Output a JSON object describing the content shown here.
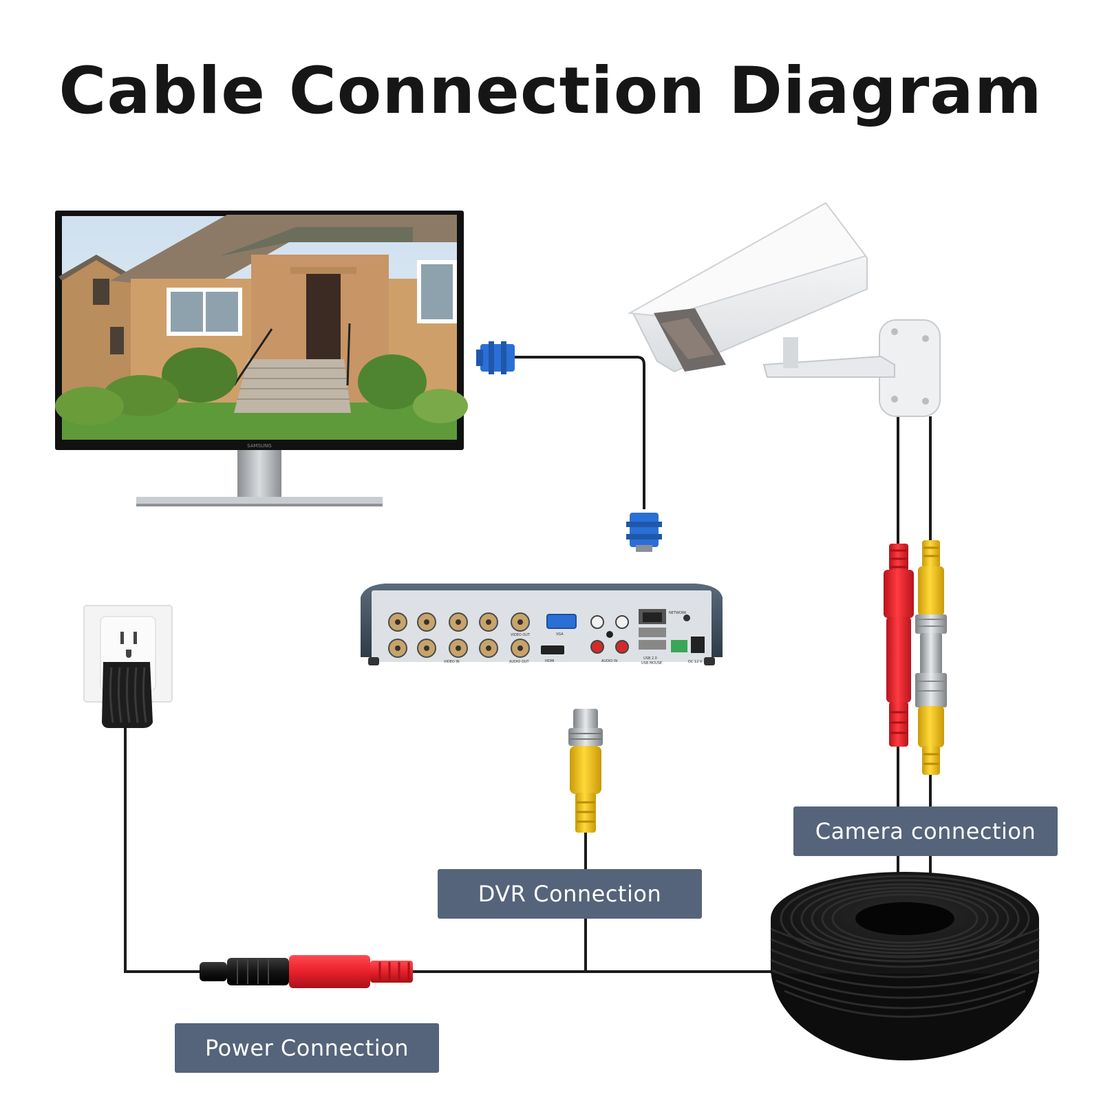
{
  "title": "Cable Connection Diagram",
  "labels": {
    "camera": "Camera connection",
    "dvr": "DVR Connection",
    "power": "Power Connection"
  },
  "monitor": {
    "brand": "SAMSUNG"
  },
  "dvr_panel": {
    "video_in": "VIDEO IN",
    "video_out": "VIDEO OUT",
    "audio_out": "AUDIO OUT",
    "vga": "VGA",
    "hdmi": "HDMI",
    "audio_in": "AUDIO IN",
    "network": "NETWORK",
    "usb": "USB 2.0",
    "usb_mouse": "USB MOUSE",
    "dc": "DC 12 V"
  },
  "colors": {
    "label_bg": "#55647a",
    "red_plug": "#e8202a",
    "yellow_plug": "#f0c419",
    "vga_blue": "#2a6fd6",
    "cable_black": "#1b1b1b"
  },
  "icons": [
    "monitor-icon",
    "security-camera-icon",
    "dvr-icon",
    "wall-outlet-icon",
    "power-adapter-icon",
    "cable-coil-icon",
    "vga-connector-icon",
    "bnc-connector-icon",
    "dc-power-plug-icon"
  ]
}
